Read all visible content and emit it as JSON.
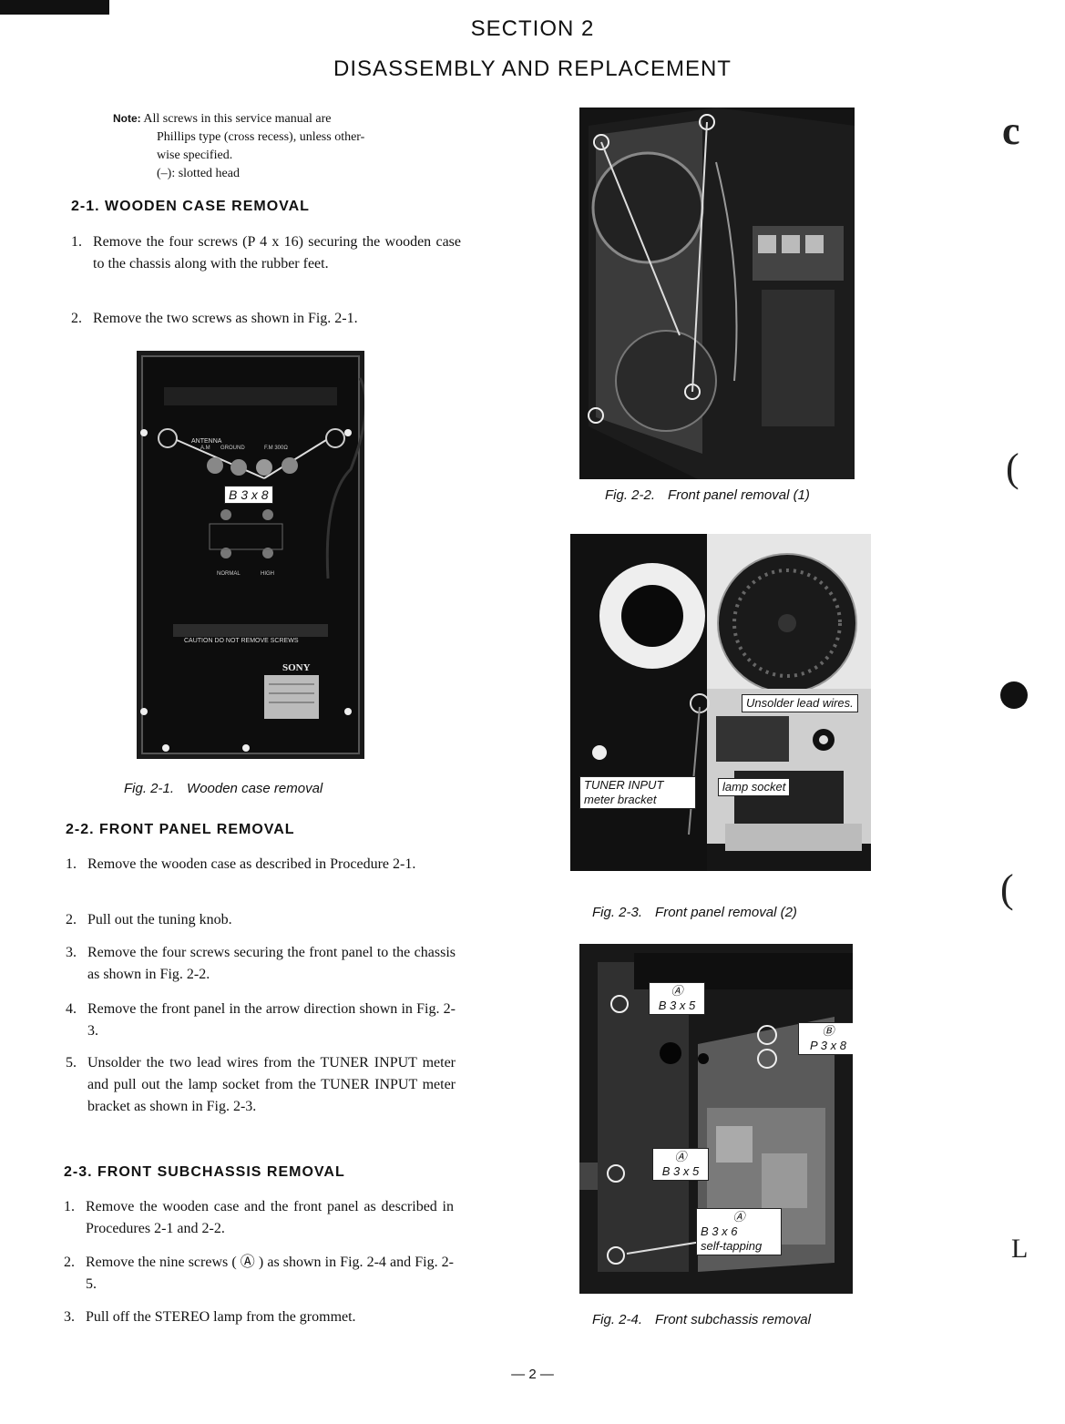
{
  "header": {
    "section": "SECTION 2",
    "title": "DISASSEMBLY AND REPLACEMENT"
  },
  "note": {
    "label": "Note:",
    "line1": "All screws in this service manual are",
    "line2": "Phillips type (cross recess), unless other-",
    "line3": "wise specified.",
    "line4": "(–): slotted head"
  },
  "sections": [
    {
      "heading": "2-1.  WOODEN CASE REMOVAL",
      "steps": [
        {
          "num": "1.",
          "text": "Remove the four screws (P 4 x 16) securing the wooden case to the chassis along with the rubber feet."
        },
        {
          "num": "2.",
          "text": "Remove the two screws as shown in Fig. 2-1."
        }
      ]
    },
    {
      "heading": "2-2.  FRONT PANEL REMOVAL",
      "steps": [
        {
          "num": "1.",
          "text": "Remove the wooden case as described in Procedure 2-1."
        },
        {
          "num": "2.",
          "text": "Pull out the tuning knob."
        },
        {
          "num": "3.",
          "text": "Remove the four screws securing the front panel to the chassis as shown in Fig. 2-2."
        },
        {
          "num": "4.",
          "text": "Remove the front panel in the arrow direction shown in Fig. 2-3."
        },
        {
          "num": "5.",
          "text": "Unsolder the two lead wires from the TUNER INPUT meter and pull out the lamp socket from the TUNER  INPUT meter bracket as shown in Fig. 2-3."
        }
      ]
    },
    {
      "heading": "2-3.  FRONT SUBCHASSIS REMOVAL",
      "steps": [
        {
          "num": "1.",
          "text": "Remove the wooden case and the front panel as described in Procedures 2-1 and 2-2."
        },
        {
          "num": "2.",
          "text": "Remove the nine screws ( Ⓐ ) as shown in Fig. 2-4 and Fig. 2-5."
        },
        {
          "num": "3.",
          "text": "Pull off the STEREO lamp from the grommet."
        }
      ]
    }
  ],
  "figures": {
    "fig1": {
      "num": "Fig. 2-1.",
      "title": "Wooden case removal",
      "labels": {
        "screw": "B 3 x 8",
        "antenna": "ANTENNA",
        "am": "A.M",
        "ground": "GROUND",
        "fm": "F.M 300Ω",
        "normal": "NORMAL",
        "high": "HIGH",
        "caution": "CAUTION  DO NOT REMOVE SCREWS",
        "brand": "SONY"
      }
    },
    "fig2": {
      "num": "Fig. 2-2.",
      "title": "Front panel removal (1)"
    },
    "fig3": {
      "num": "Fig. 2-3.",
      "title": "Front panel removal (2)",
      "labels": {
        "unsolder": "Unsolder lead wires.",
        "bracket1": "TUNER  INPUT",
        "bracket2": "meter bracket",
        "lamp": "lamp socket"
      }
    },
    "fig4": {
      "num": "Fig. 2-4.",
      "title": "Front subchassis removal",
      "labels": {
        "a": "Ⓐ",
        "b": "Ⓑ",
        "b35": "B 3 x 5",
        "p38": "P 3 x 8",
        "b36": "B 3 x 6",
        "self": "self-tapping"
      }
    }
  },
  "page_number": "— 2 —",
  "colors": {
    "text": "#111111",
    "photo_dark": "#1a1a1a",
    "paper": "#ffffff"
  }
}
